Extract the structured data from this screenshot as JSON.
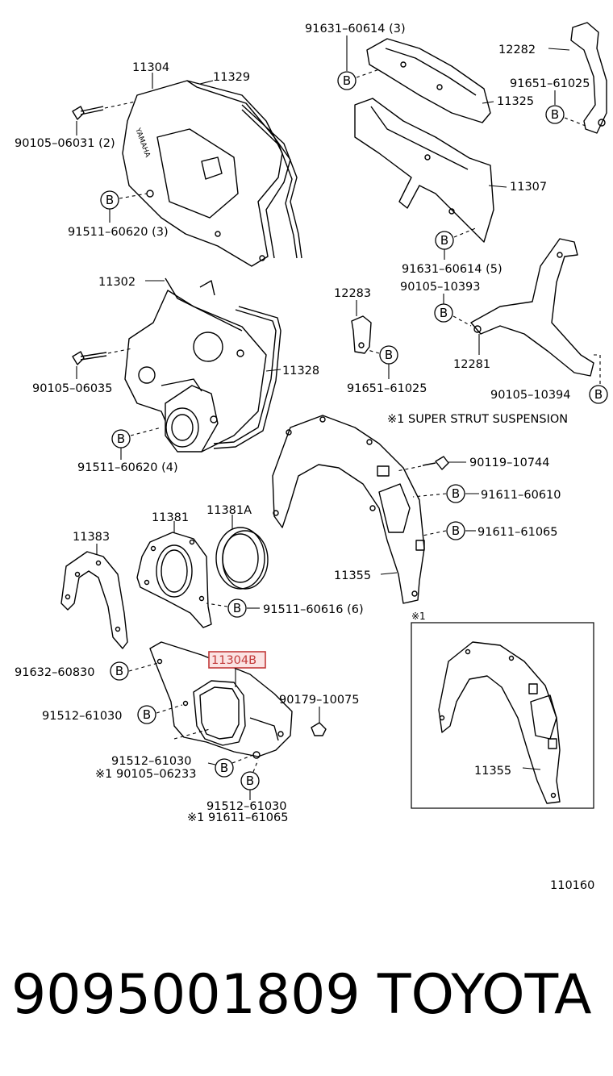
{
  "labels": {
    "p11304": "11304",
    "p11329": "11329",
    "p90105_06031": "90105–06031 (2)",
    "p91511_60620_3": "91511–60620 (3)",
    "p91631_60614_3": "91631–60614 (3)",
    "p12282": "12282",
    "p91651_61025_top": "91651–61025",
    "p11325": "11325",
    "p11307": "11307",
    "p91631_60614_5": "91631–60614 (5)",
    "p11302": "11302",
    "p12283": "12283",
    "p90105_10393": "90105–10393",
    "p11328": "11328",
    "p90105_06035": "90105–06035",
    "p91651_61025_mid": "91651–61025",
    "p12281": "12281",
    "p90105_10394": "90105–10394",
    "p91511_60620_4": "91511–60620 (4)",
    "super_strut_note": "※1 SUPER STRUT SUSPENSION",
    "p90119_10744": "90119–10744",
    "p91611_60610": "91611–60610",
    "p11381": "11381",
    "p11381A": "11381A",
    "p11383": "11383",
    "p91611_61065": "91611–61065",
    "p11355": "11355",
    "p91511_60616": "91511–60616 (6)",
    "star1": "※1",
    "p11304B": "11304B",
    "p91632_60830": "91632–60830",
    "p90179_10075": "90179–10075",
    "p91512_61030_left": "91512–61030",
    "p91512_61030_a": "91512–61030",
    "p90105_06233": "※1 90105–06233",
    "p91512_61030_b": "91512–61030",
    "p91611_61065_star": "※1 91611–61065",
    "p11355_inset": "11355",
    "diagram_number": "110160",
    "bolt_marker": "B"
  },
  "footer": {
    "part_number": "9095001809",
    "brand": "TOYOTA"
  },
  "colors": {
    "highlight": "#c23a3a",
    "line": "#000000"
  }
}
